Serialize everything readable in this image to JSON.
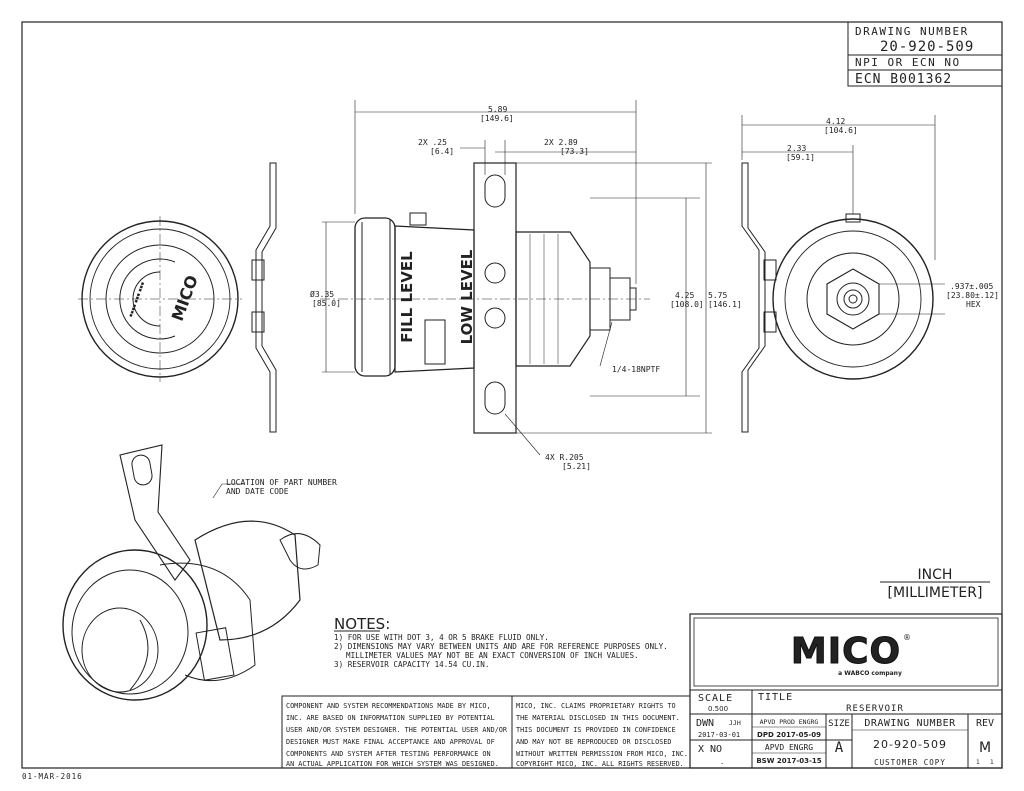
{
  "drawing_number_box": {
    "label": "DRAWING NUMBER",
    "value": "20-920-509",
    "npi_label": "NPI OR ECN NO",
    "ecn": "ECN B001362"
  },
  "dimensions": {
    "overall_length": "5.89",
    "overall_length_mm": "[149.6]",
    "slot_offset": "2X .25",
    "slot_offset_mm": "[6.4]",
    "bracket_to_end": "2X 2.89",
    "bracket_to_end_mm": "[73.3]",
    "diameter": "Ø3.35",
    "diameter_mm": "[85.0]",
    "height_a": "4.25",
    "height_a_mm": "[108.0]",
    "height_b": "5.75",
    "height_b_mm": "[146.1]",
    "thread": "1/4-18NPTF",
    "radius": "4X R.205",
    "radius_mm": "[5.21]",
    "side_width": "4.12",
    "side_width_mm": "[104.6]",
    "side_half": "2.33",
    "side_half_mm": "[59.1]",
    "hex": ".937±.005",
    "hex_mm": "[23.80±.12]",
    "hex_label": "HEX"
  },
  "part_labels": {
    "fill_level": "FILL LEVEL",
    "low_level": "LOW LEVEL",
    "mico_cap": "MICO",
    "location_line1": "LOCATION OF PART NUMBER",
    "location_line2": "AND DATE CODE"
  },
  "units": {
    "inch": "INCH",
    "millimeter": "[MILLIMETER]"
  },
  "notes": {
    "heading": "NOTES:",
    "items": [
      "1) FOR USE WITH DOT 3, 4 OR 5 BRAKE FLUID ONLY.",
      "2) DIMENSIONS MAY VARY BETWEEN UNITS AND ARE FOR REFERENCE PURPOSES ONLY.",
      "MILLIMETER VALUES MAY NOT BE AN EXACT CONVERSION OF INCH VALUES.",
      "3) RESERVOIR CAPACITY 14.54 CU.IN."
    ]
  },
  "disclaimer": {
    "left": [
      "COMPONENT AND SYSTEM RECOMMENDATIONS MADE BY MICO,",
      "INC. ARE BASED ON INFORMATION SUPPLIED BY POTENTIAL",
      "USER AND/OR SYSTEM DESIGNER.  THE POTENTIAL USER AND/OR",
      "DESIGNER MUST MAKE FINAL ACCEPTANCE AND APPROVAL OF",
      "COMPONENTS AND SYSTEM AFTER TESTING PERFORMANCE ON",
      "AN ACTUAL APPLICATION FOR WHICH SYSTEM WAS DESIGNED."
    ],
    "right": [
      "MICO, INC. CLAIMS PROPRIETARY RIGHTS TO",
      "THE MATERIAL DISCLOSED IN THIS DOCUMENT.",
      "THIS DOCUMENT IS PROVIDED IN CONFIDENCE",
      "AND MAY NOT BE REPRODUCED OR DISCLOSED",
      "WITHOUT WRITTEN PERMISSION FROM MICO, INC.",
      "COPYRIGHT MICO, INC.  ALL RIGHTS RESERVED."
    ]
  },
  "title_block": {
    "logo": "MICO",
    "logo_reg": "®",
    "tagline": "a WABCO company",
    "scale_label": "SCALE",
    "scale_value": "0.500",
    "title_label": "TITLE",
    "title_value": "RESERVOIR",
    "dwn_label": "DWN",
    "dwn_initials": "JJH",
    "dwn_date": "2017-03-01",
    "apvd_prod_label": "APVD PROD ENGRG",
    "apvd_prod_value": "DPD 2017-05-09",
    "size_label": "SIZE",
    "size_value": "A",
    "dn_label": "DRAWING NUMBER",
    "dn_value": "20-920-509",
    "rev_label": "REV",
    "rev_value": "M",
    "sheet_a": "1",
    "sheet_b": "1",
    "xno_label": "X NO",
    "xno_value": ".",
    "apvd_engrg_label": "APVD ENGRG",
    "apvd_engrg_value": "BSW 2017-03-15",
    "customer_copy": "CUSTOMER COPY"
  },
  "footer_date": "01-MAR-2016"
}
